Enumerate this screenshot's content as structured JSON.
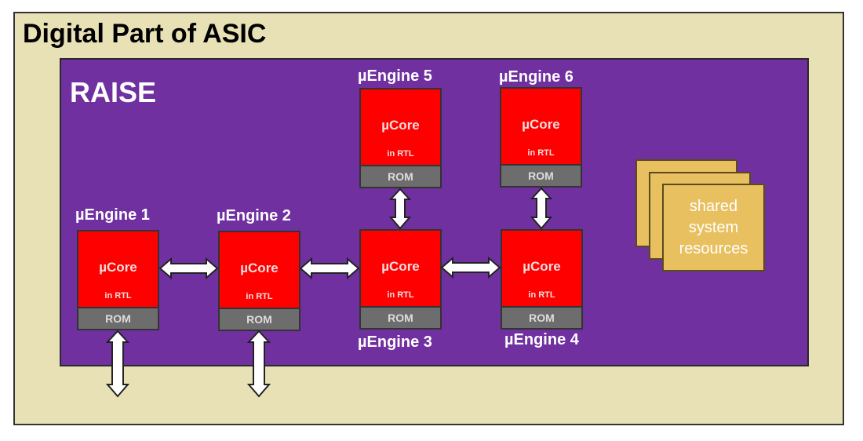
{
  "diagram": {
    "outer_title": "Digital Part of ASIC",
    "inner_title": "RAISE",
    "core_label": "µCore",
    "core_sublabel": "in RTL",
    "rom_label": "ROM",
    "engines": [
      {
        "id": 1,
        "label": "µEngine 1"
      },
      {
        "id": 2,
        "label": "µEngine 2"
      },
      {
        "id": 3,
        "label": "µEngine 3"
      },
      {
        "id": 4,
        "label": "µEngine 4"
      },
      {
        "id": 5,
        "label": "µEngine 5"
      },
      {
        "id": 6,
        "label": "µEngine 6"
      }
    ],
    "shared_resources": {
      "lines": [
        "shared",
        "system",
        "resources"
      ]
    },
    "connections": [
      {
        "from": "µEngine 1",
        "to": "µEngine 2",
        "type": "bidirectional"
      },
      {
        "from": "µEngine 2",
        "to": "µEngine 3",
        "type": "bidirectional"
      },
      {
        "from": "µEngine 3",
        "to": "µEngine 4",
        "type": "bidirectional"
      },
      {
        "from": "µEngine 3",
        "to": "µEngine 5",
        "type": "bidirectional"
      },
      {
        "from": "µEngine 4",
        "to": "µEngine 6",
        "type": "bidirectional"
      },
      {
        "from": "µEngine 1",
        "to": "external",
        "type": "bidirectional"
      },
      {
        "from": "µEngine 2",
        "to": "external",
        "type": "bidirectional"
      }
    ],
    "colors": {
      "outer_bg": "#e8e1b5",
      "raise_bg": "#7030a0",
      "core": "#ff0000",
      "rom": "#6d6d6d",
      "shared": "#e8c060"
    }
  }
}
